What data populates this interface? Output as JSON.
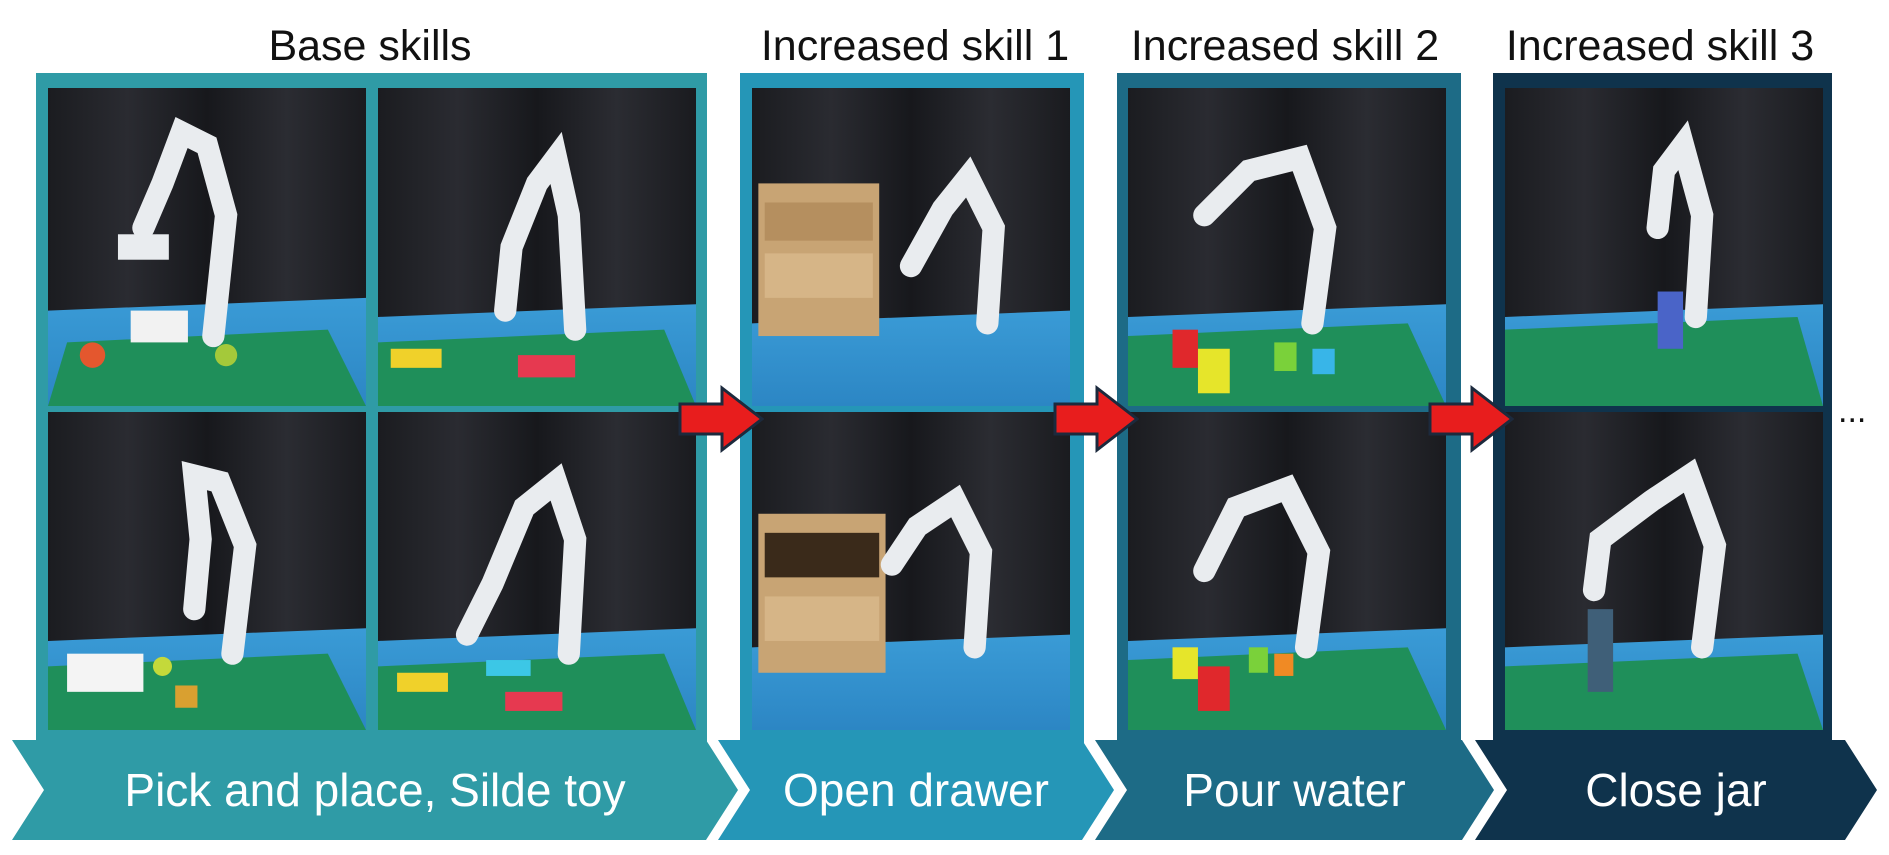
{
  "colors": {
    "stage1": "#2f9ba6",
    "stage2": "#2596b7",
    "stage3": "#1d6b86",
    "stage4": "#0f334c",
    "arrow_fill": "#e81d1d",
    "arrow_outline": "#1c2a3d"
  },
  "stages": [
    {
      "title": "Base skills",
      "label": "Pick and place, Silde toy"
    },
    {
      "title": "Increased skill 1",
      "label": "Open drawer"
    },
    {
      "title": "Increased skill 2",
      "label": "Pour water"
    },
    {
      "title": "Increased skill 3",
      "label": "Close jar"
    }
  ],
  "continuation": "..."
}
